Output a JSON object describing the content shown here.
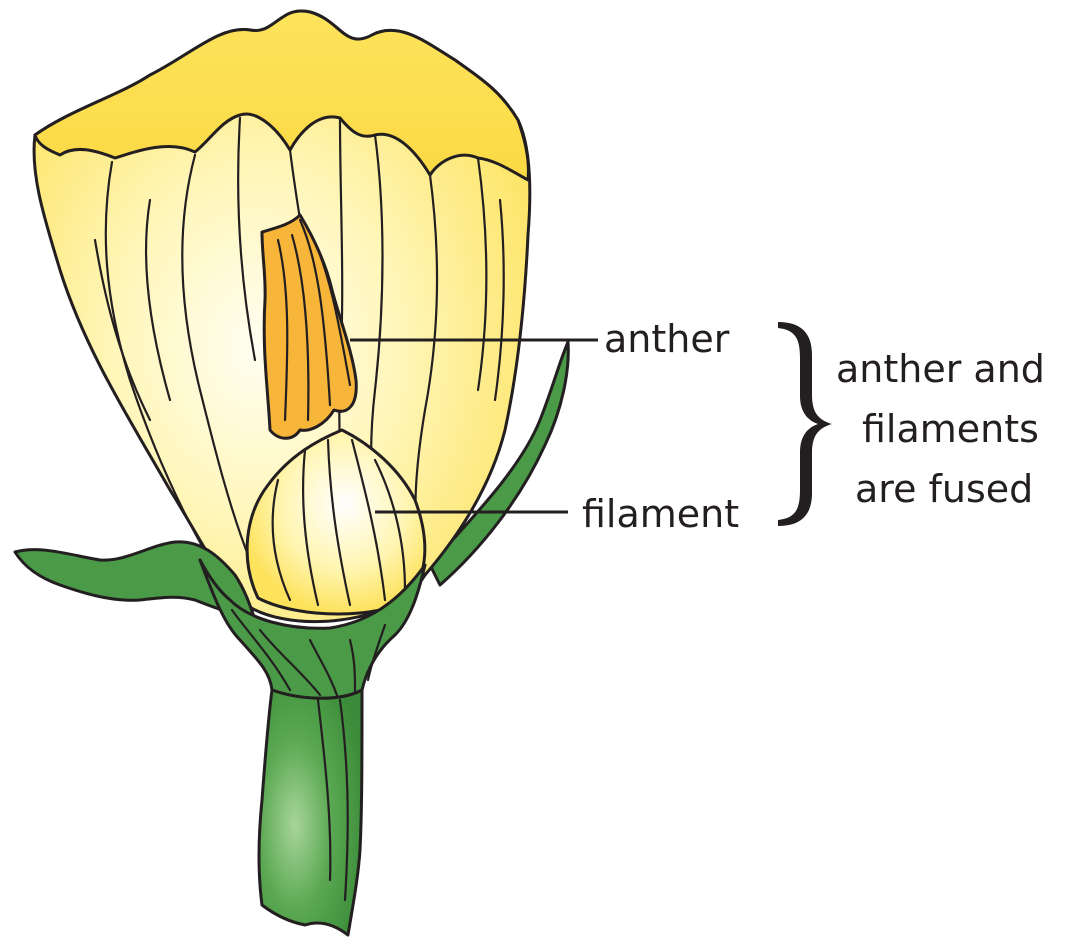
{
  "labels": {
    "anther": "anther",
    "filament": "filament",
    "note_line1": "anther and",
    "note_line2": "filaments",
    "note_line3": "are fused"
  },
  "colors": {
    "petal_light": "#fffce8",
    "petal_mid": "#fff2a0",
    "petal_edge": "#fde25c",
    "anther": "#f7b53a",
    "leaf": "#4a9a48",
    "stem_highlight": "#9fcf90",
    "ink": "#231f20"
  }
}
